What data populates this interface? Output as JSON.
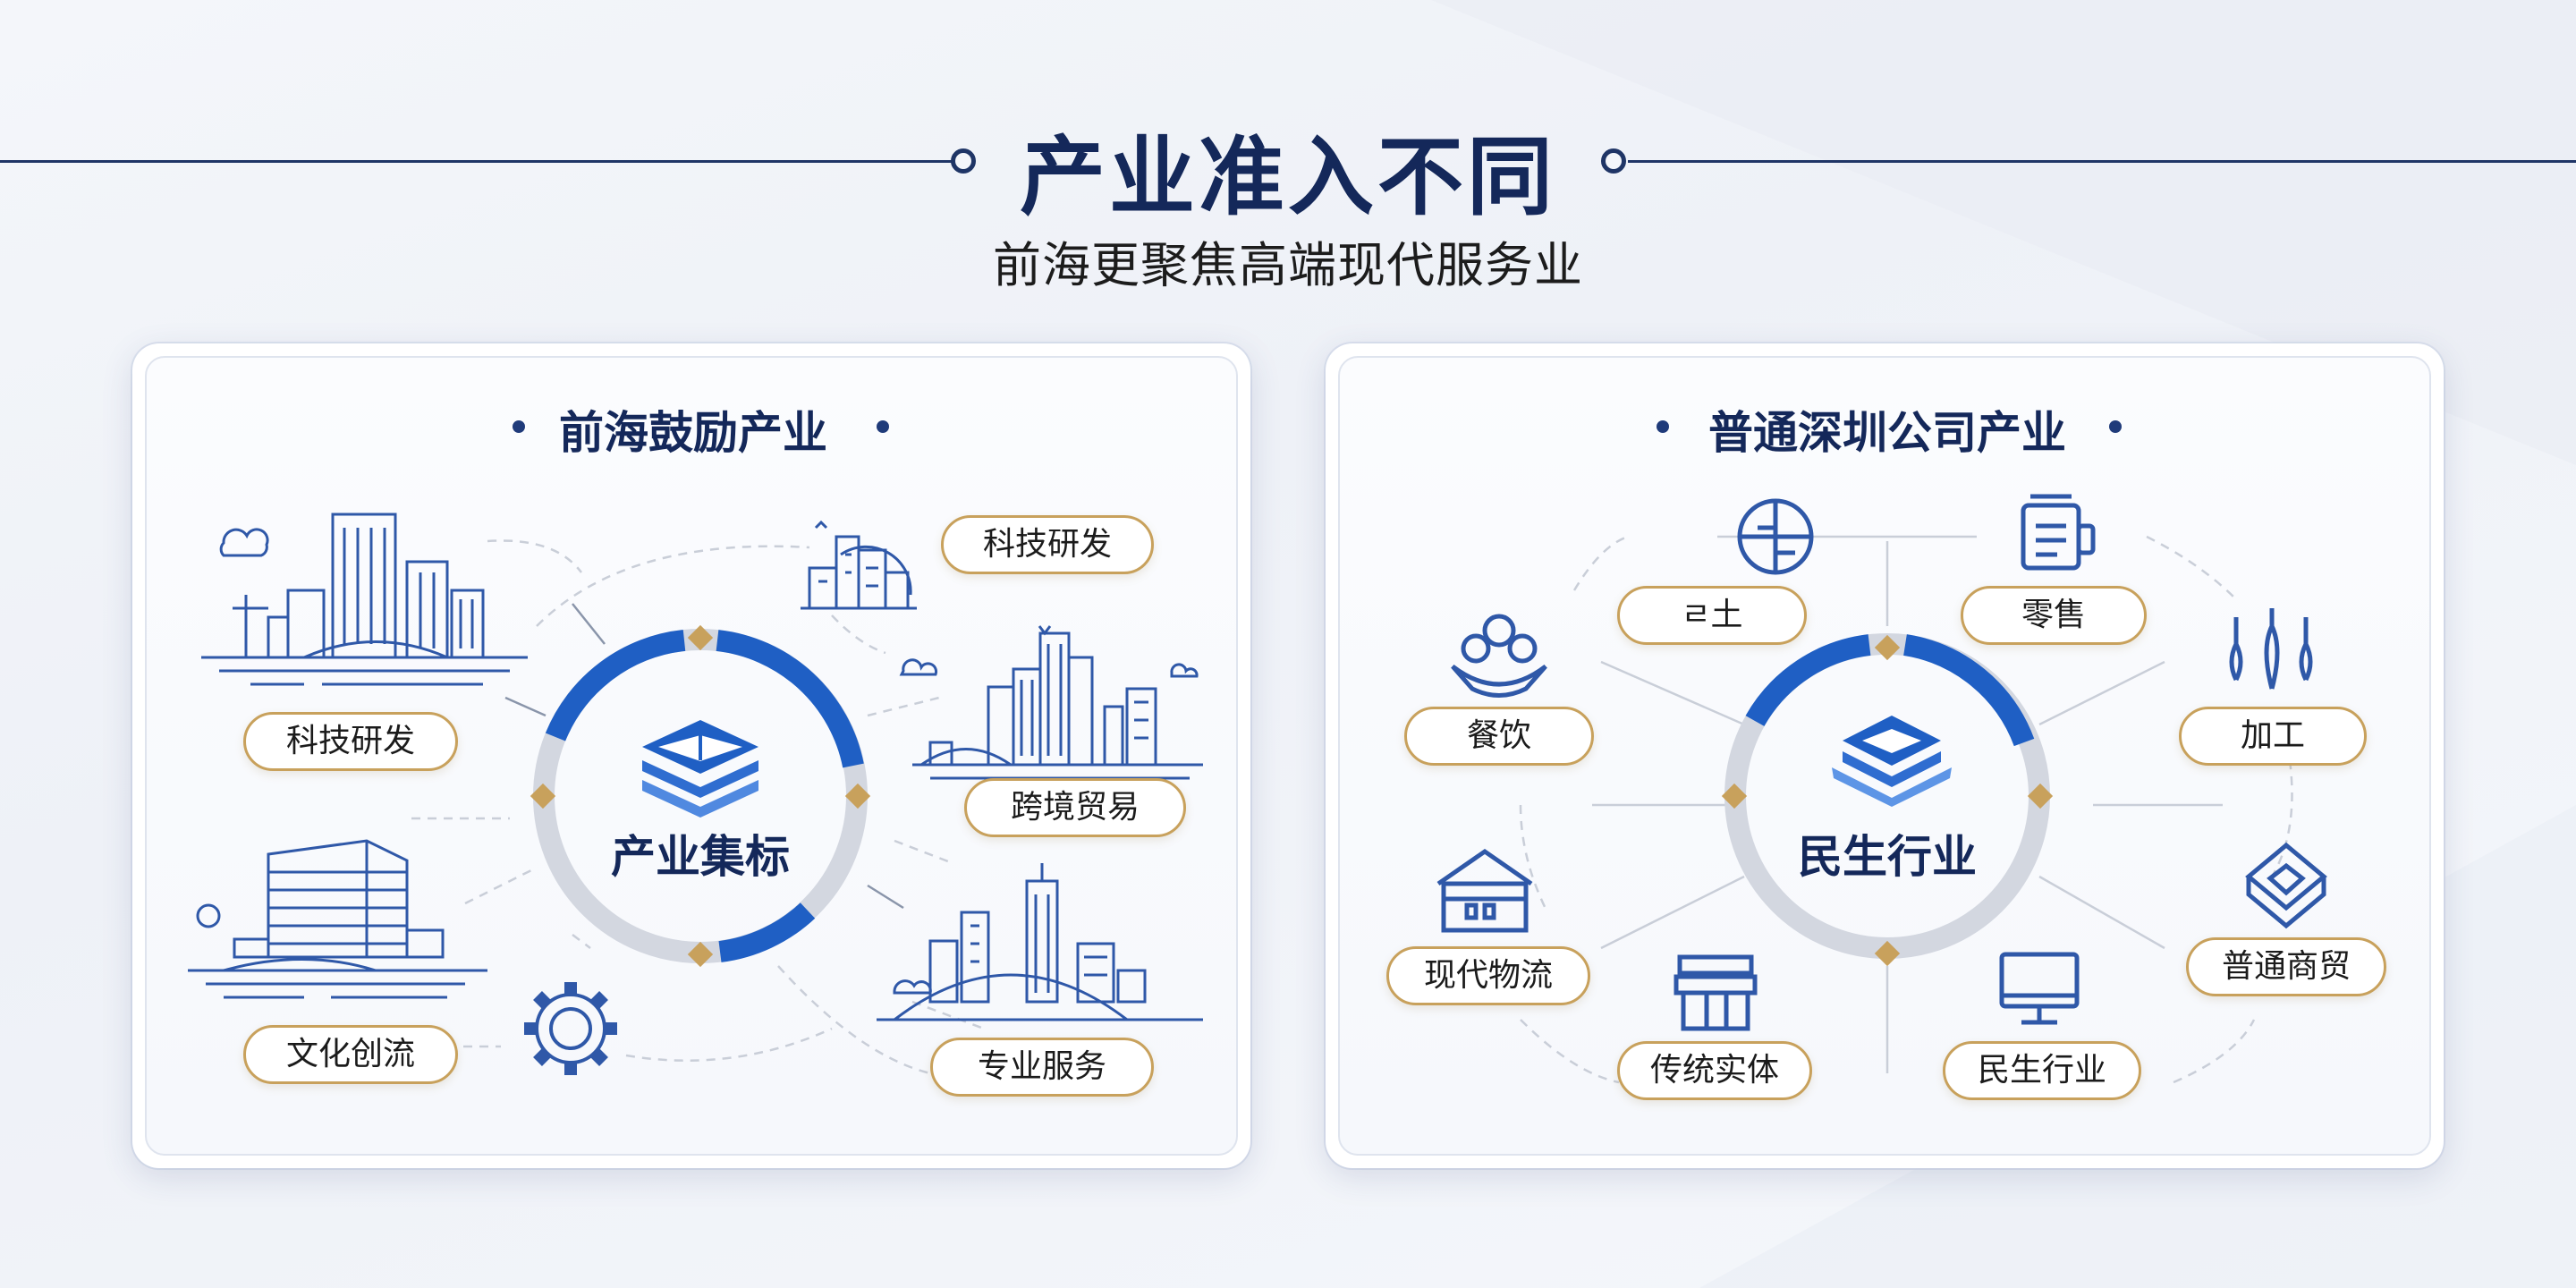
{
  "header": {
    "title": "产业准入不同",
    "subtitle": "前海更聚焦高端现代服务业"
  },
  "left_panel": {
    "title": "前海鼓励产业",
    "center_label": "产业集标",
    "items": [
      {
        "label": "科技研发",
        "icon": "tech-building-icon"
      },
      {
        "label": "科技研发",
        "icon": "city-skyline-icon"
      },
      {
        "label": "跨境贸易",
        "icon": "trade-city-icon"
      },
      {
        "label": "文化创流",
        "icon": "culture-building-icon"
      },
      {
        "label": "专业服务",
        "icon": "service-city-icon"
      }
    ],
    "decor_icons": [
      "gear-icon",
      "cloud-icon"
    ]
  },
  "right_panel": {
    "title": "普通深圳公司产业",
    "center_label": "民生行业",
    "items": [
      {
        "label": "ㄹ土",
        "icon": "globe-icon"
      },
      {
        "label": "零售",
        "icon": "printer-icon"
      },
      {
        "label": "餐饮",
        "icon": "people-icon"
      },
      {
        "label": "加工",
        "icon": "tools-icon"
      },
      {
        "label": "现代物流",
        "icon": "warehouse-icon"
      },
      {
        "label": "普通商贸",
        "icon": "box-icon"
      },
      {
        "label": "传统实体",
        "icon": "shop-icon"
      },
      {
        "label": "民生行业",
        "icon": "monitor-icon"
      }
    ]
  },
  "colors": {
    "navy": "#14285a",
    "blue": "#1f5fc4",
    "gold": "#c8a15c",
    "ring_gray": "#d3d7e0",
    "icon_blue": "#2f58a8"
  }
}
